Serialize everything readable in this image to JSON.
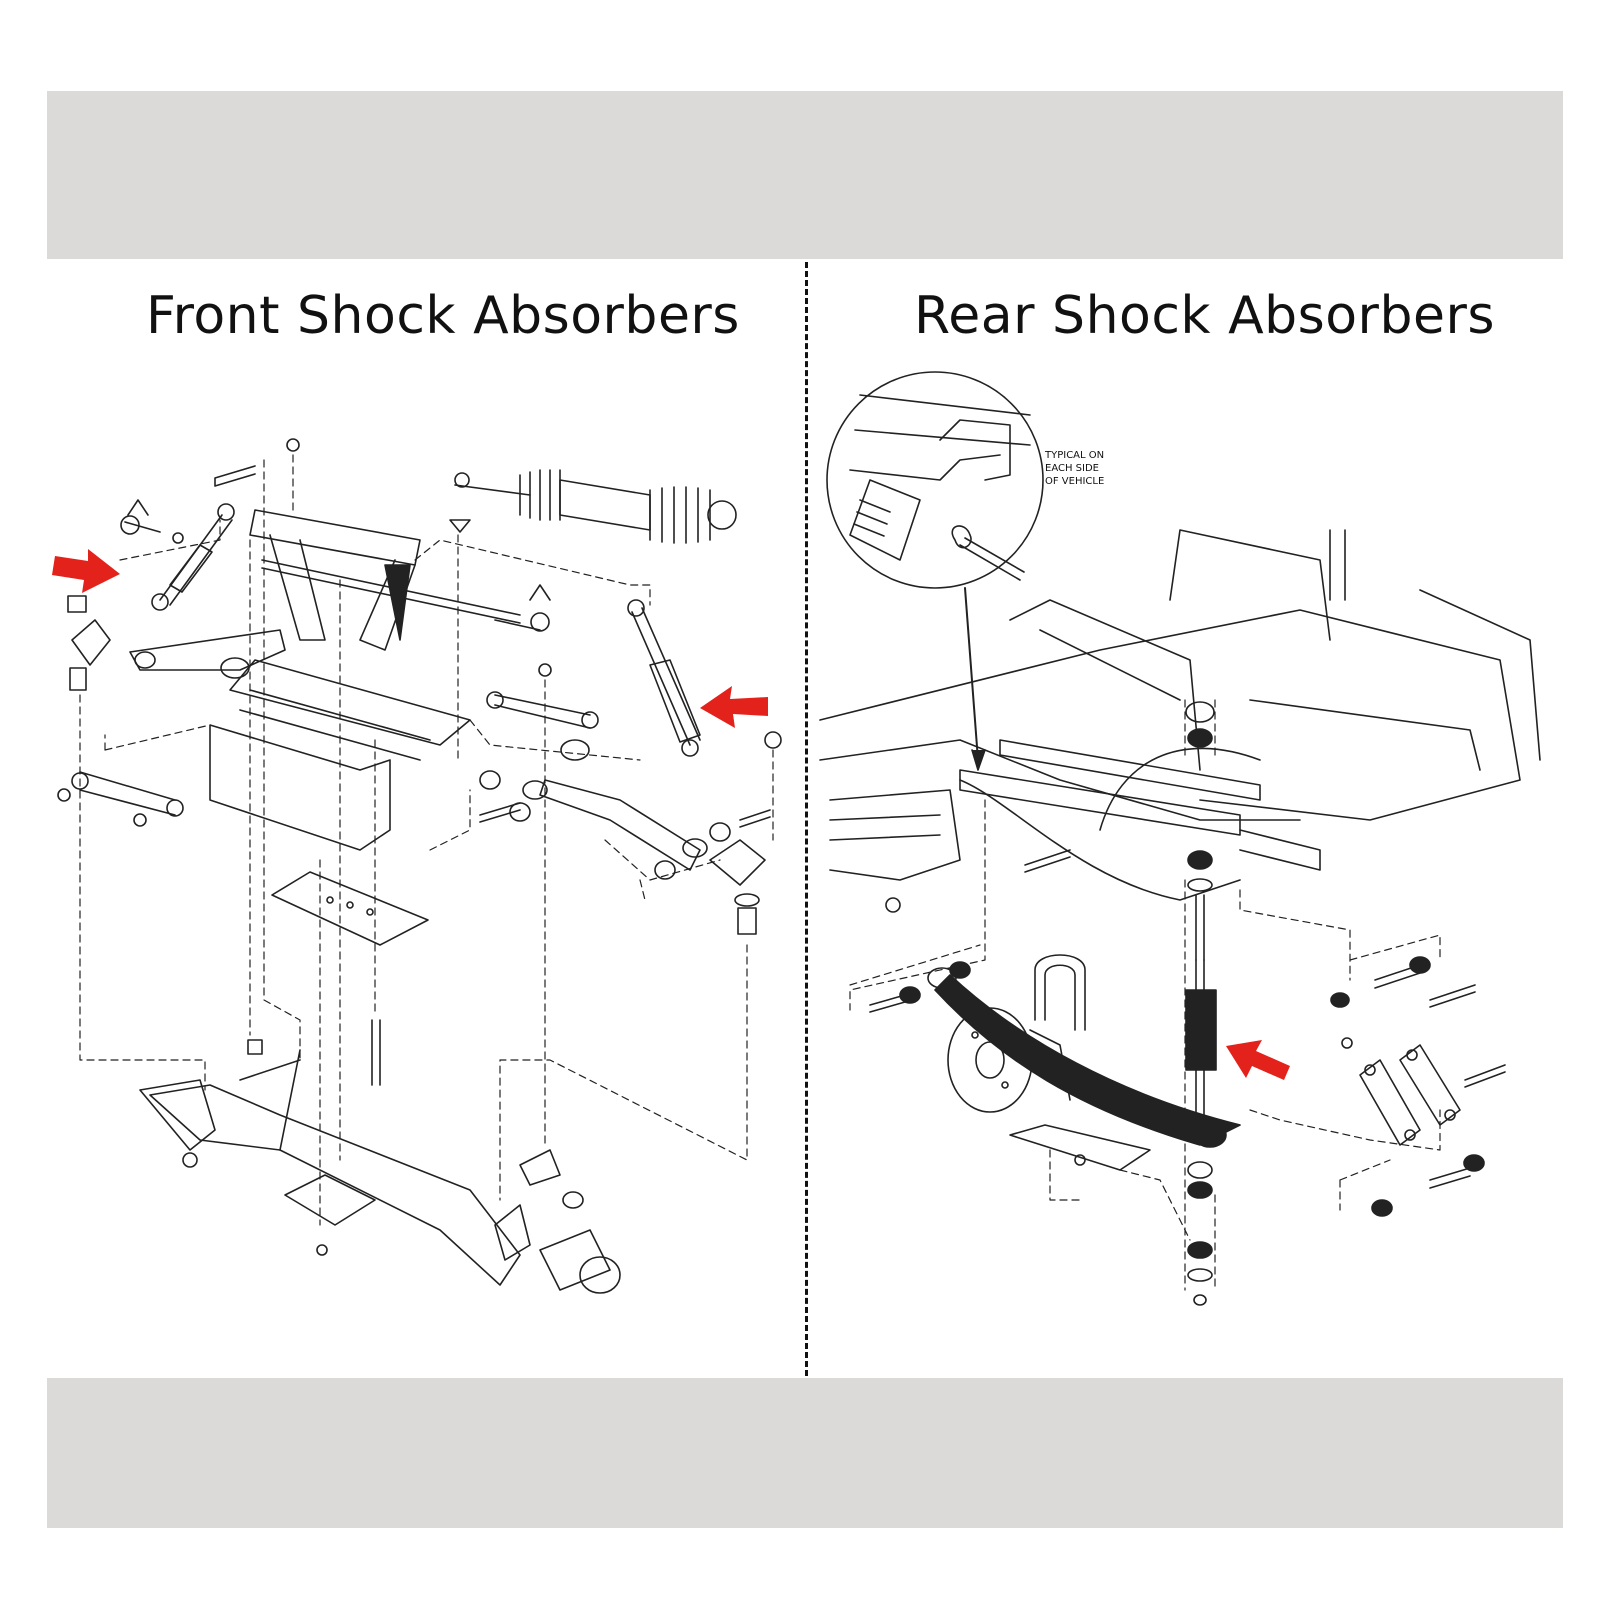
{
  "panels": {
    "front": {
      "title": "Front Shock Absorbers"
    },
    "rear": {
      "title": "Rear Shock Absorbers",
      "inset_note": [
        "TYPICAL ON",
        "EACH SIDE",
        "OF VEHICLE"
      ]
    }
  },
  "colors": {
    "band": "#dcd9d9",
    "arrow": "#e3221b",
    "line": "#222222"
  },
  "icons": [
    "red-arrow-icon"
  ]
}
